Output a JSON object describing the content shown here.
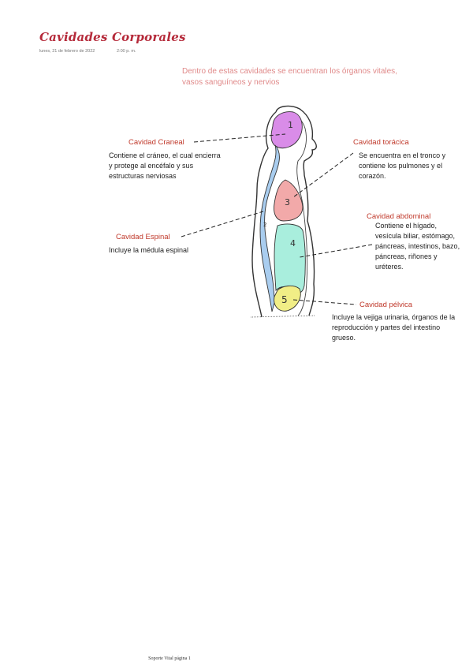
{
  "page": {
    "title": "Cavidades Corporales",
    "date": "lunes, 21 de febrero de 2022",
    "time": "2:00 p. m.",
    "intro": "Dentro de estas cavidades se encuentran los órganos vitales, vasos sanguíneos y nervios",
    "footer": "Soporte Vital página 1"
  },
  "cavities": {
    "craneal": {
      "title": "Cavidad Craneal",
      "desc": "Contiene el cráneo, el cual encierra y protege al encéfalo y sus estructuras nerviosas",
      "number": "1"
    },
    "espinal": {
      "title": "Cavidad Espinal",
      "desc": "Incluye la médula espinal",
      "number": "2"
    },
    "toracica": {
      "title": "Cavidad torácica",
      "desc": "Se encuentra en el tronco y contiene los pulmones y el corazón.",
      "number": "3"
    },
    "abdominal": {
      "title": "Cavidad abdominal",
      "desc": "Contiene el hígado, vesícula biliar, estómago, páncreas, intestinos, bazo, páncreas, riñones y uréteres.",
      "number": "4"
    },
    "pelvica": {
      "title": "Cavidad pélvica",
      "desc": "Incluye la vejiga urinaria, órganos de la reproducción y partes del intestino grueso.",
      "number": "5"
    }
  },
  "colors": {
    "title": "#b52a3a",
    "intro": "#e08a8a",
    "label": "#c0392b",
    "cranial_fill": "#d98ce8",
    "spinal_fill": "#a9cdef",
    "thoracic_fill": "#f2a9a9",
    "abdominal_fill": "#a9eedd",
    "pelvic_fill": "#f1ee86"
  }
}
